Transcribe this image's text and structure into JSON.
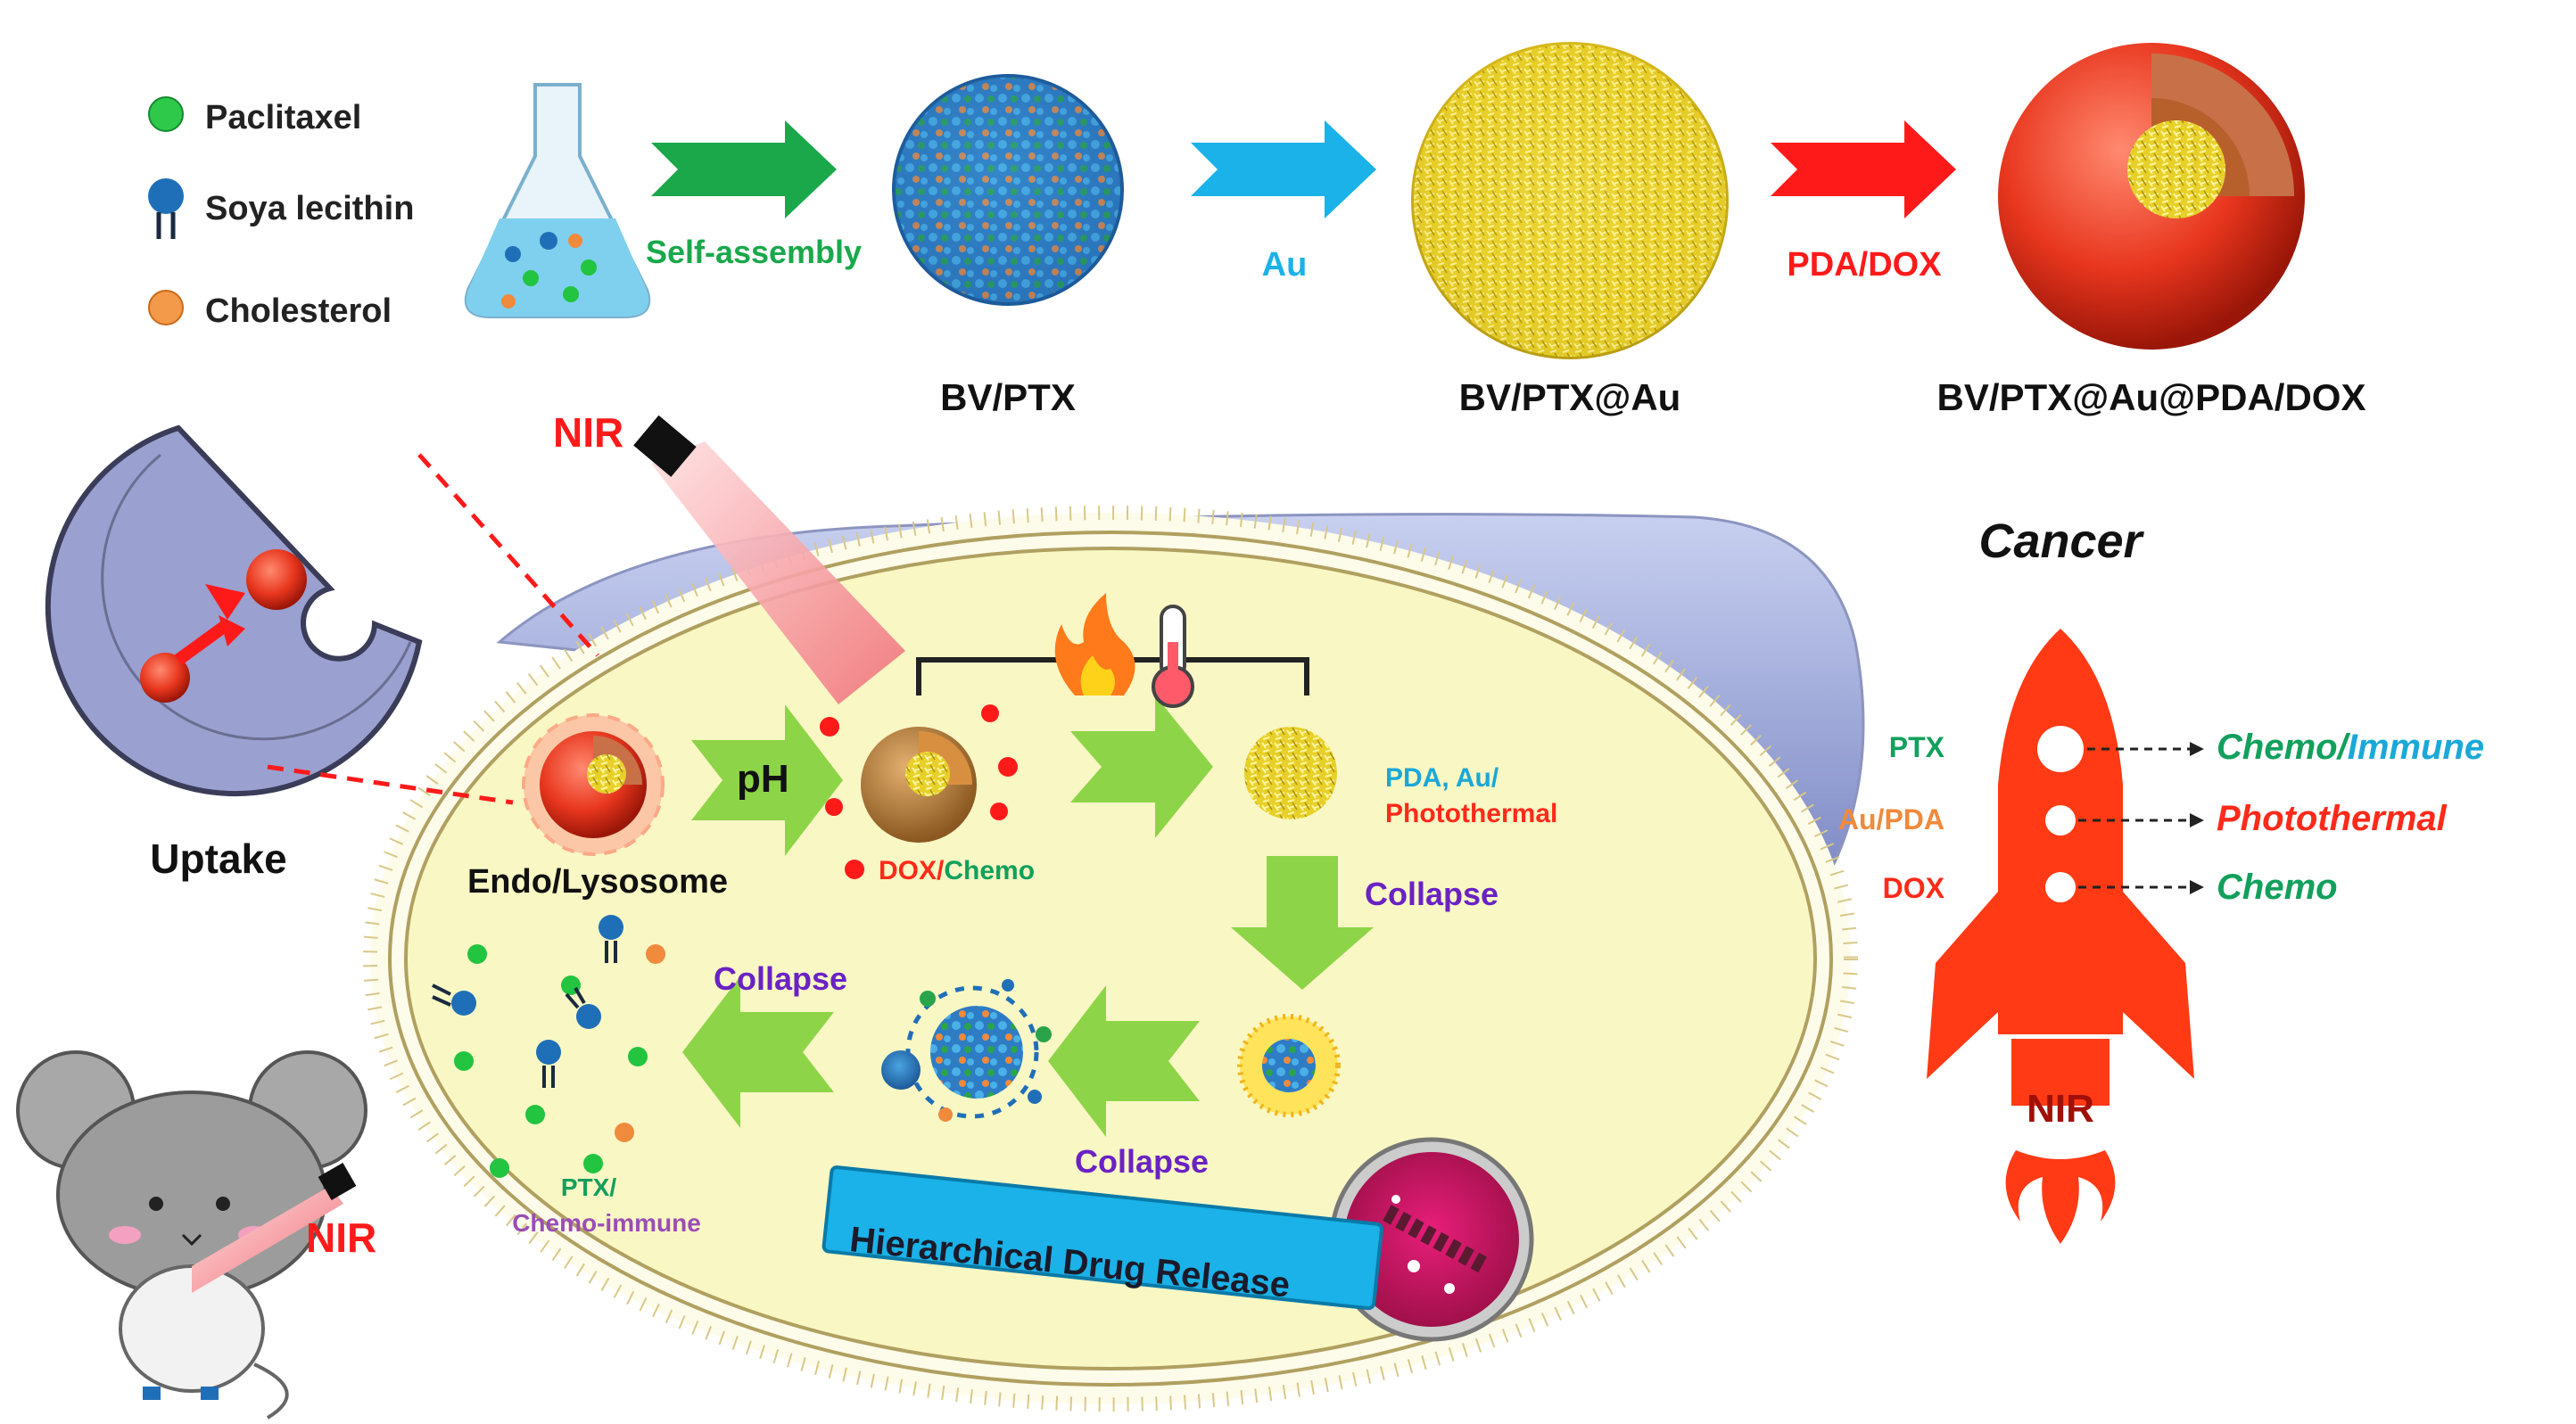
{
  "colors": {
    "paclitaxel": "#22c440",
    "soya_lecithin": "#1f6fb8",
    "cholesterol": "#f08a3c",
    "arrow_self_assembly": "#1aa84b",
    "arrow_au": "#1ab2e8",
    "arrow_pda": "#ff1a1a",
    "nir": "#ff1a1a",
    "collapse": "#6a22c4",
    "green_text": "#12a05c",
    "cyan_text": "#1aa8d8",
    "red_text": "#ff2a1a",
    "orange_text": "#f08a3c",
    "purple_text": "#9b4db5",
    "cell_fill": "#f9f7c4",
    "green_arrow": "#8ed448",
    "rocket": "#ff3a14",
    "banner": "#1ab2e8"
  },
  "legend": [
    {
      "label": "Paclitaxel",
      "icon": "green-dot-icon"
    },
    {
      "label": "Soya lecithin",
      "icon": "lipid-molecule-icon"
    },
    {
      "label": "Cholesterol",
      "icon": "orange-dot-icon"
    }
  ],
  "synthesis": {
    "steps": [
      "Self-assembly",
      "Au",
      "PDA/DOX"
    ],
    "products": [
      "BV/PTX",
      "BV/PTX@Au",
      "BV/PTX@Au@PDA/DOX"
    ]
  },
  "cell": {
    "nir_top": "NIR",
    "uptake": "Uptake",
    "endo": "Endo/Lysosome",
    "ph": "pH",
    "dox": "DOX",
    "dox_sep": "/",
    "chemo": "Chemo",
    "pda_au": "PDA, Au/",
    "photothermal": "Photothermal",
    "collapse": "Collapse",
    "ptx": "PTX/",
    "chemo_immune": "Chemo-immune",
    "banner": "Hierarchical Drug Release",
    "nir_mouse": "NIR"
  },
  "rocket": {
    "title": "Cancer",
    "left_labels": [
      "PTX",
      "Au/PDA",
      "DOX"
    ],
    "right_labels": [
      "Chemo/Immune",
      "Photothermal",
      "Chemo"
    ],
    "right_parts": {
      "chemo": "Chemo",
      "sep": "/",
      "immune": "Immune"
    },
    "nir": "NIR"
  }
}
